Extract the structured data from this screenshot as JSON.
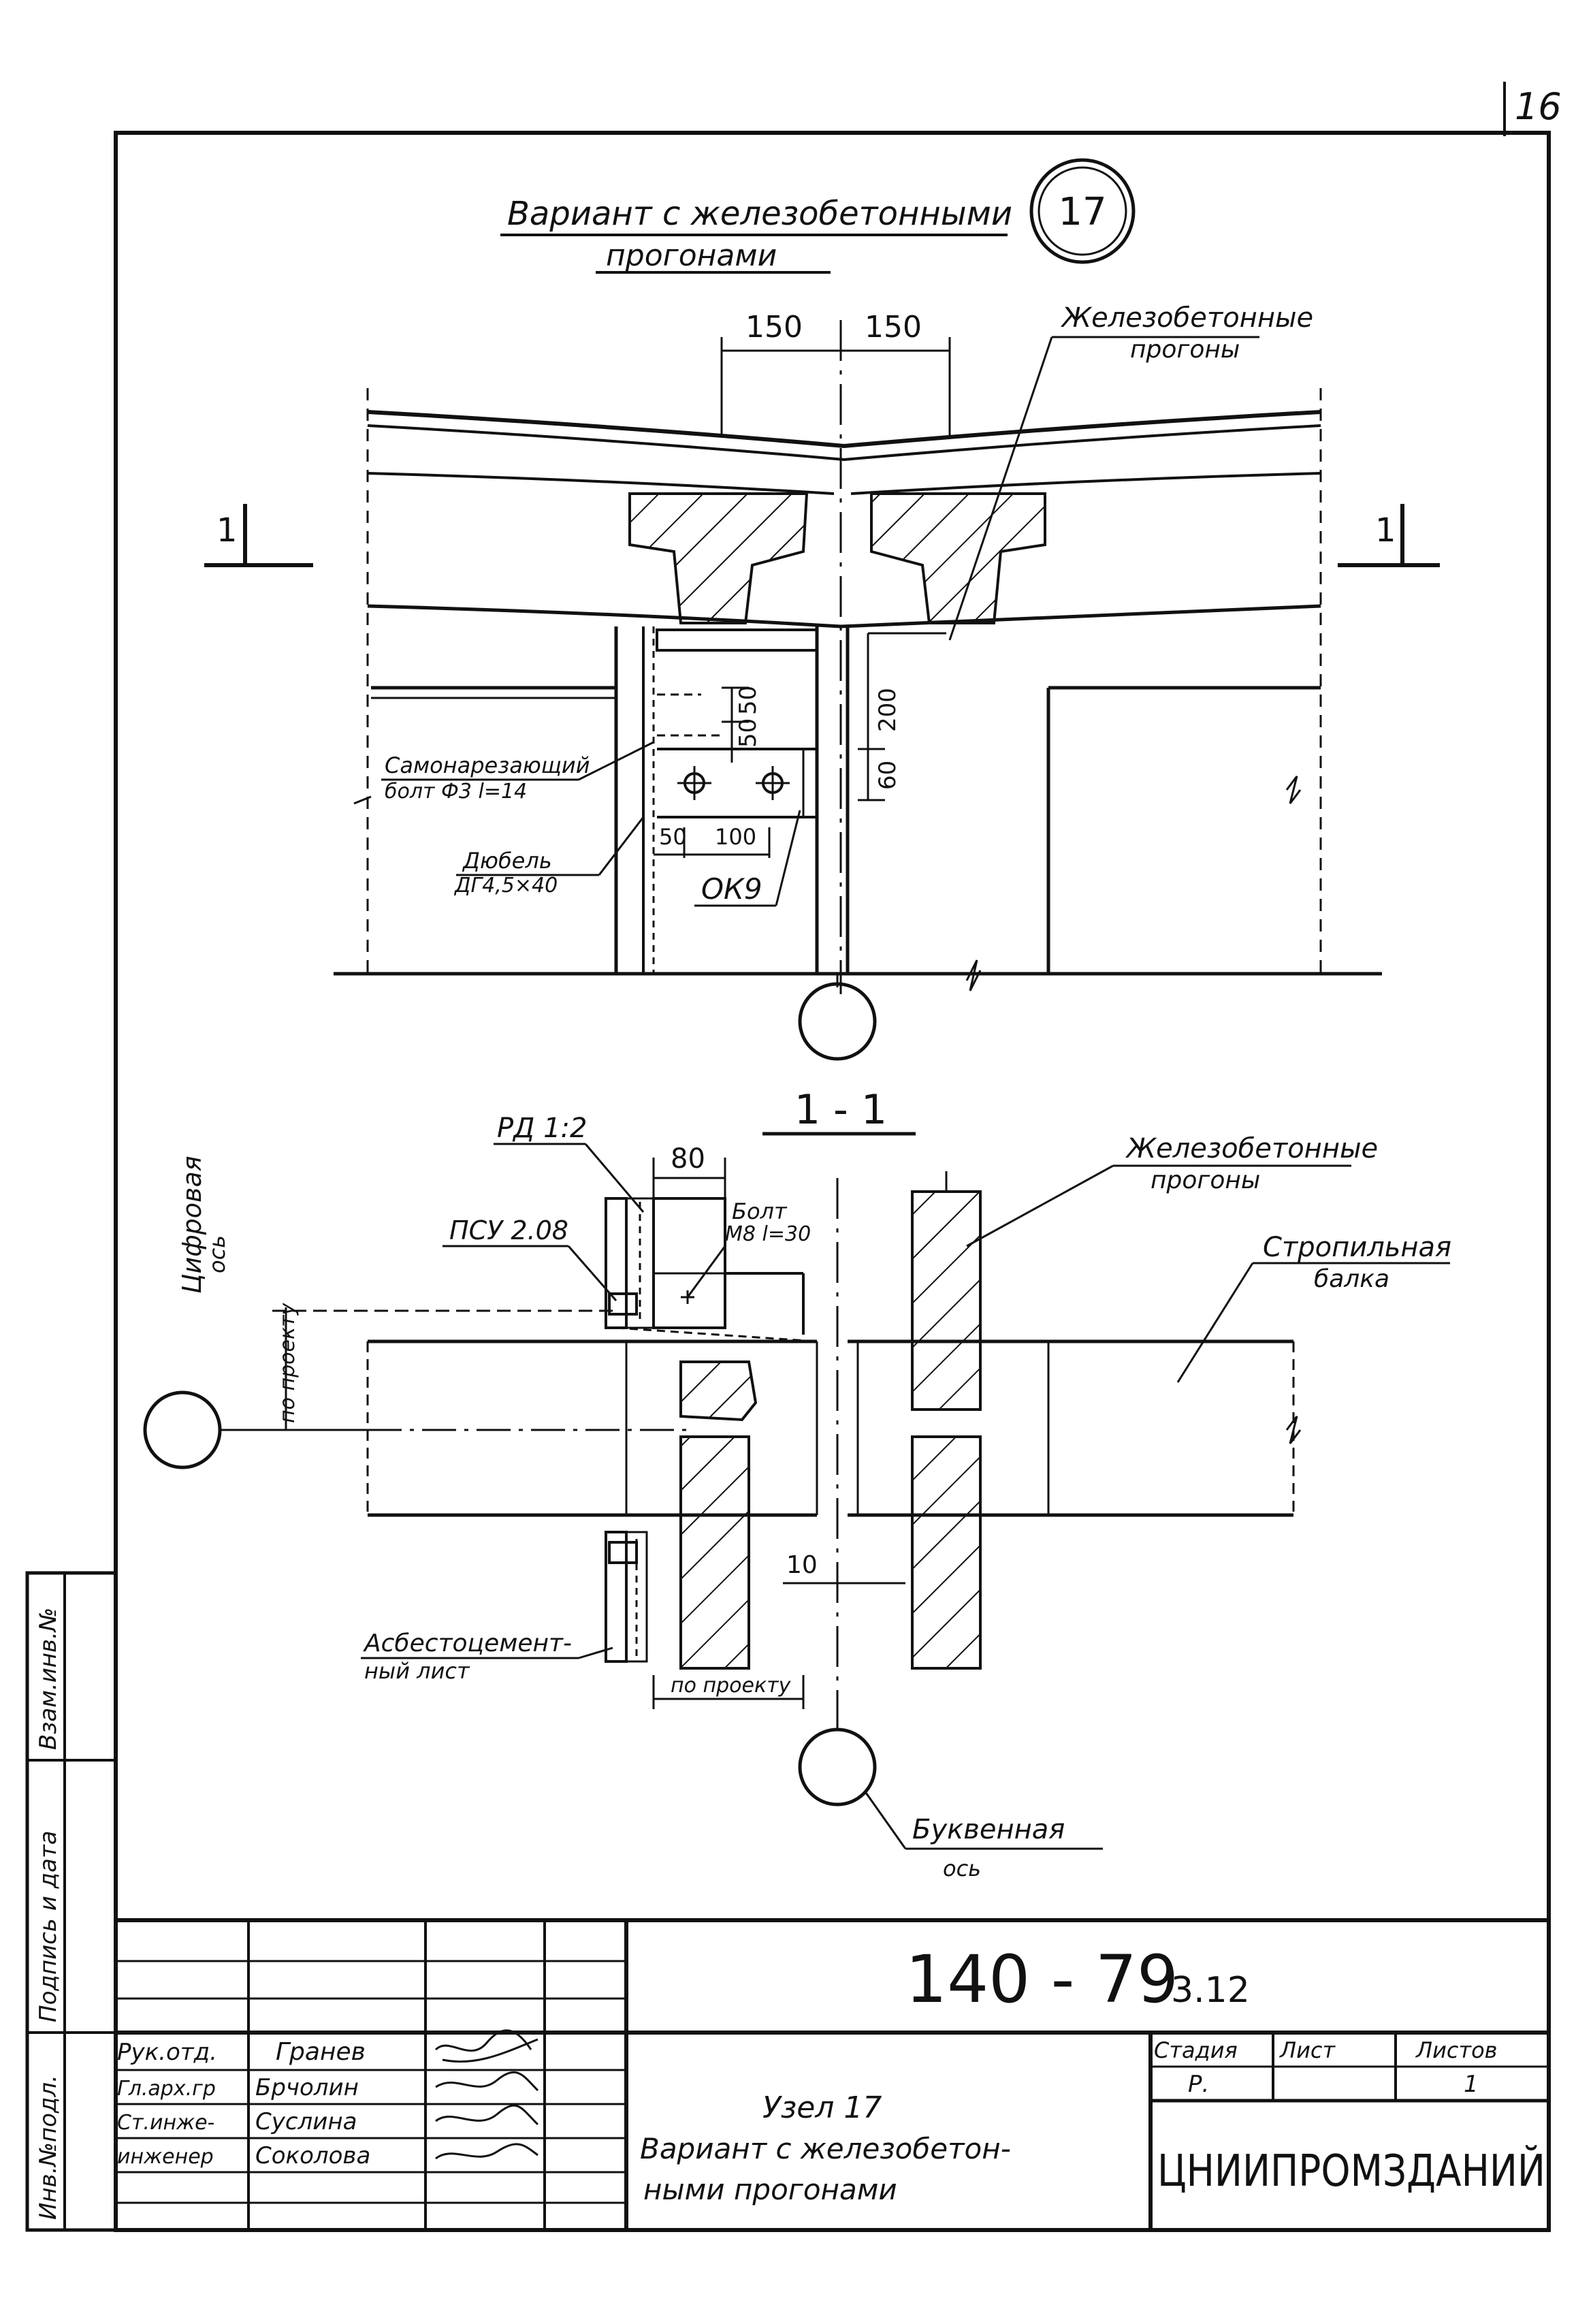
{
  "page_number": "16",
  "title": {
    "line1": "Вариант с железобетонными",
    "line2": "прогонами",
    "node_number": "17"
  },
  "top_view": {
    "dim_left": "150",
    "dim_right": "150",
    "label_purlins": [
      "Железобетонные",
      "прогоны"
    ],
    "label_screw": [
      "Самонарезающий",
      "болт Ф3 l=14"
    ],
    "label_dowel": [
      "Дюбель",
      "ДГ4,5×40"
    ],
    "dim_200": "200",
    "dim_60": "60",
    "dim_50a": "50",
    "dim_50b": "50",
    "dim_100": "100",
    "label_ok9": "ОК9",
    "section_mark": "1"
  },
  "section": {
    "title": "1 - 1",
    "label_rd": "РД 1:2",
    "dim_80": "80",
    "label_psu": "ПСУ 2.08",
    "label_bolt": [
      "Болт",
      "М8 l=30"
    ],
    "label_purlins": [
      "Железобетонные",
      "прогоны"
    ],
    "label_beam": [
      "Стропильная",
      "балка"
    ],
    "label_numeric_axis": [
      "Цифровая",
      "ось"
    ],
    "label_per_project_v": "по проекту",
    "label_per_project_h": "по проекту",
    "dim_10": "10",
    "label_asbestos": [
      "Асбестоцемент-",
      "ный лист"
    ],
    "label_letter_axis": [
      "Буквенная",
      "ось"
    ]
  },
  "stamp": {
    "doc_code": "140 - 79",
    "doc_suffix": "3.12",
    "roles": [
      "Рук.отд.",
      "Гл.арх.гр",
      "Ст.инже-",
      "инженер"
    ],
    "names": [
      "Гранев",
      "Брчолин",
      "Суслина",
      "Соколова"
    ],
    "node_title": "Узел 17",
    "desc_line1": "Вариант с железобетон-",
    "desc_line2": "ными прогонами",
    "stage_label": "Стадия",
    "sheet_label": "Лист",
    "sheets_label": "Листов",
    "stage_value": "Р.",
    "sheet_value": "",
    "sheets_value": "1",
    "org": "ЦНИИПРОМЗДАНИЙ"
  },
  "side_stamp": {
    "inv_orig": "Инв.№подл.",
    "sign_date": "Подпись и дата",
    "vzam_inv": "Взам.инв.№"
  }
}
